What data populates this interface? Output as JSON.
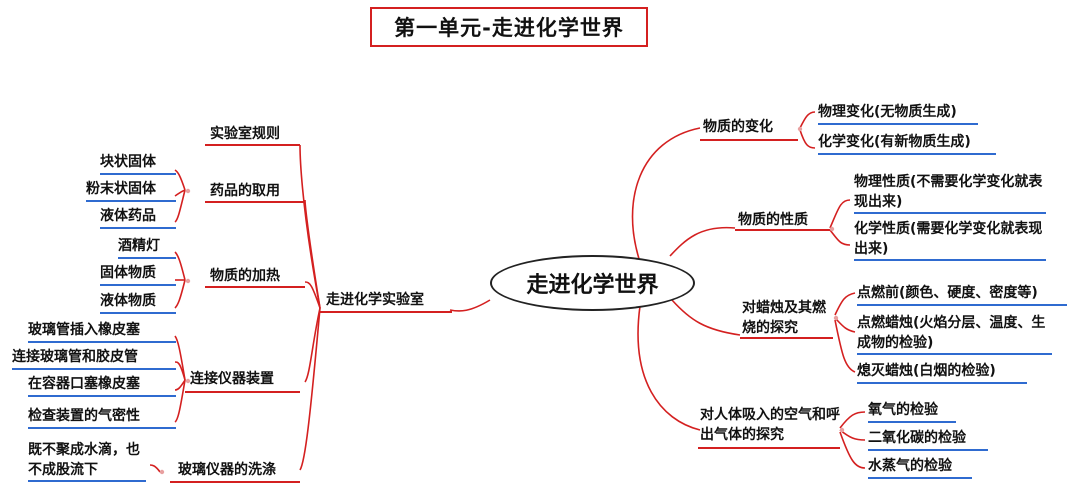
{
  "title": "第一单元-走进化学世界",
  "center": "走进化学世界",
  "left": {
    "lab": {
      "label": "走进化学实验室",
      "rules": "实验室规则",
      "drugs": {
        "label": "药品的取用",
        "items": [
          "块状固体",
          "粉末状固体",
          "液体药品"
        ]
      },
      "heating": {
        "label": "物质的加热",
        "items": [
          "酒精灯",
          "固体物质",
          "液体物质"
        ]
      },
      "connect": {
        "label": "连接仪器装置",
        "items": [
          "玻璃管插入橡皮塞",
          "连接玻璃管和胶皮管",
          "在容器口塞橡皮塞",
          "检查装置的气密性"
        ]
      },
      "wash": {
        "label": "玻璃仪器的洗涤",
        "items": [
          "既不聚成水滴，也不成股流下"
        ]
      }
    }
  },
  "right": {
    "change": {
      "label": "物质的变化",
      "items": [
        "物理变化(无物质生成)",
        "化学变化(有新物质生成)"
      ]
    },
    "property": {
      "label": "物质的性质",
      "items": [
        "物理性质(不需要化学变化就表现出来)",
        "化学性质(需要化学变化就表现出来)"
      ]
    },
    "candle": {
      "label": "对蜡烛及其燃烧的探究",
      "items": [
        "点燃前(颜色、硬度、密度等)",
        "点燃蜡烛(火焰分层、温度、生成物的检验)",
        "熄灭蜡烛(白烟的检验)"
      ]
    },
    "breath": {
      "label": "对人体吸入的空气和呼出气体的探究",
      "items": [
        "氧气的检验",
        "二氧化碳的检验",
        "水蒸气的检验"
      ]
    }
  },
  "colors": {
    "branch": "#d42020",
    "leaf_underline": "#2f6bd0",
    "dot": "#e8a0a0"
  }
}
